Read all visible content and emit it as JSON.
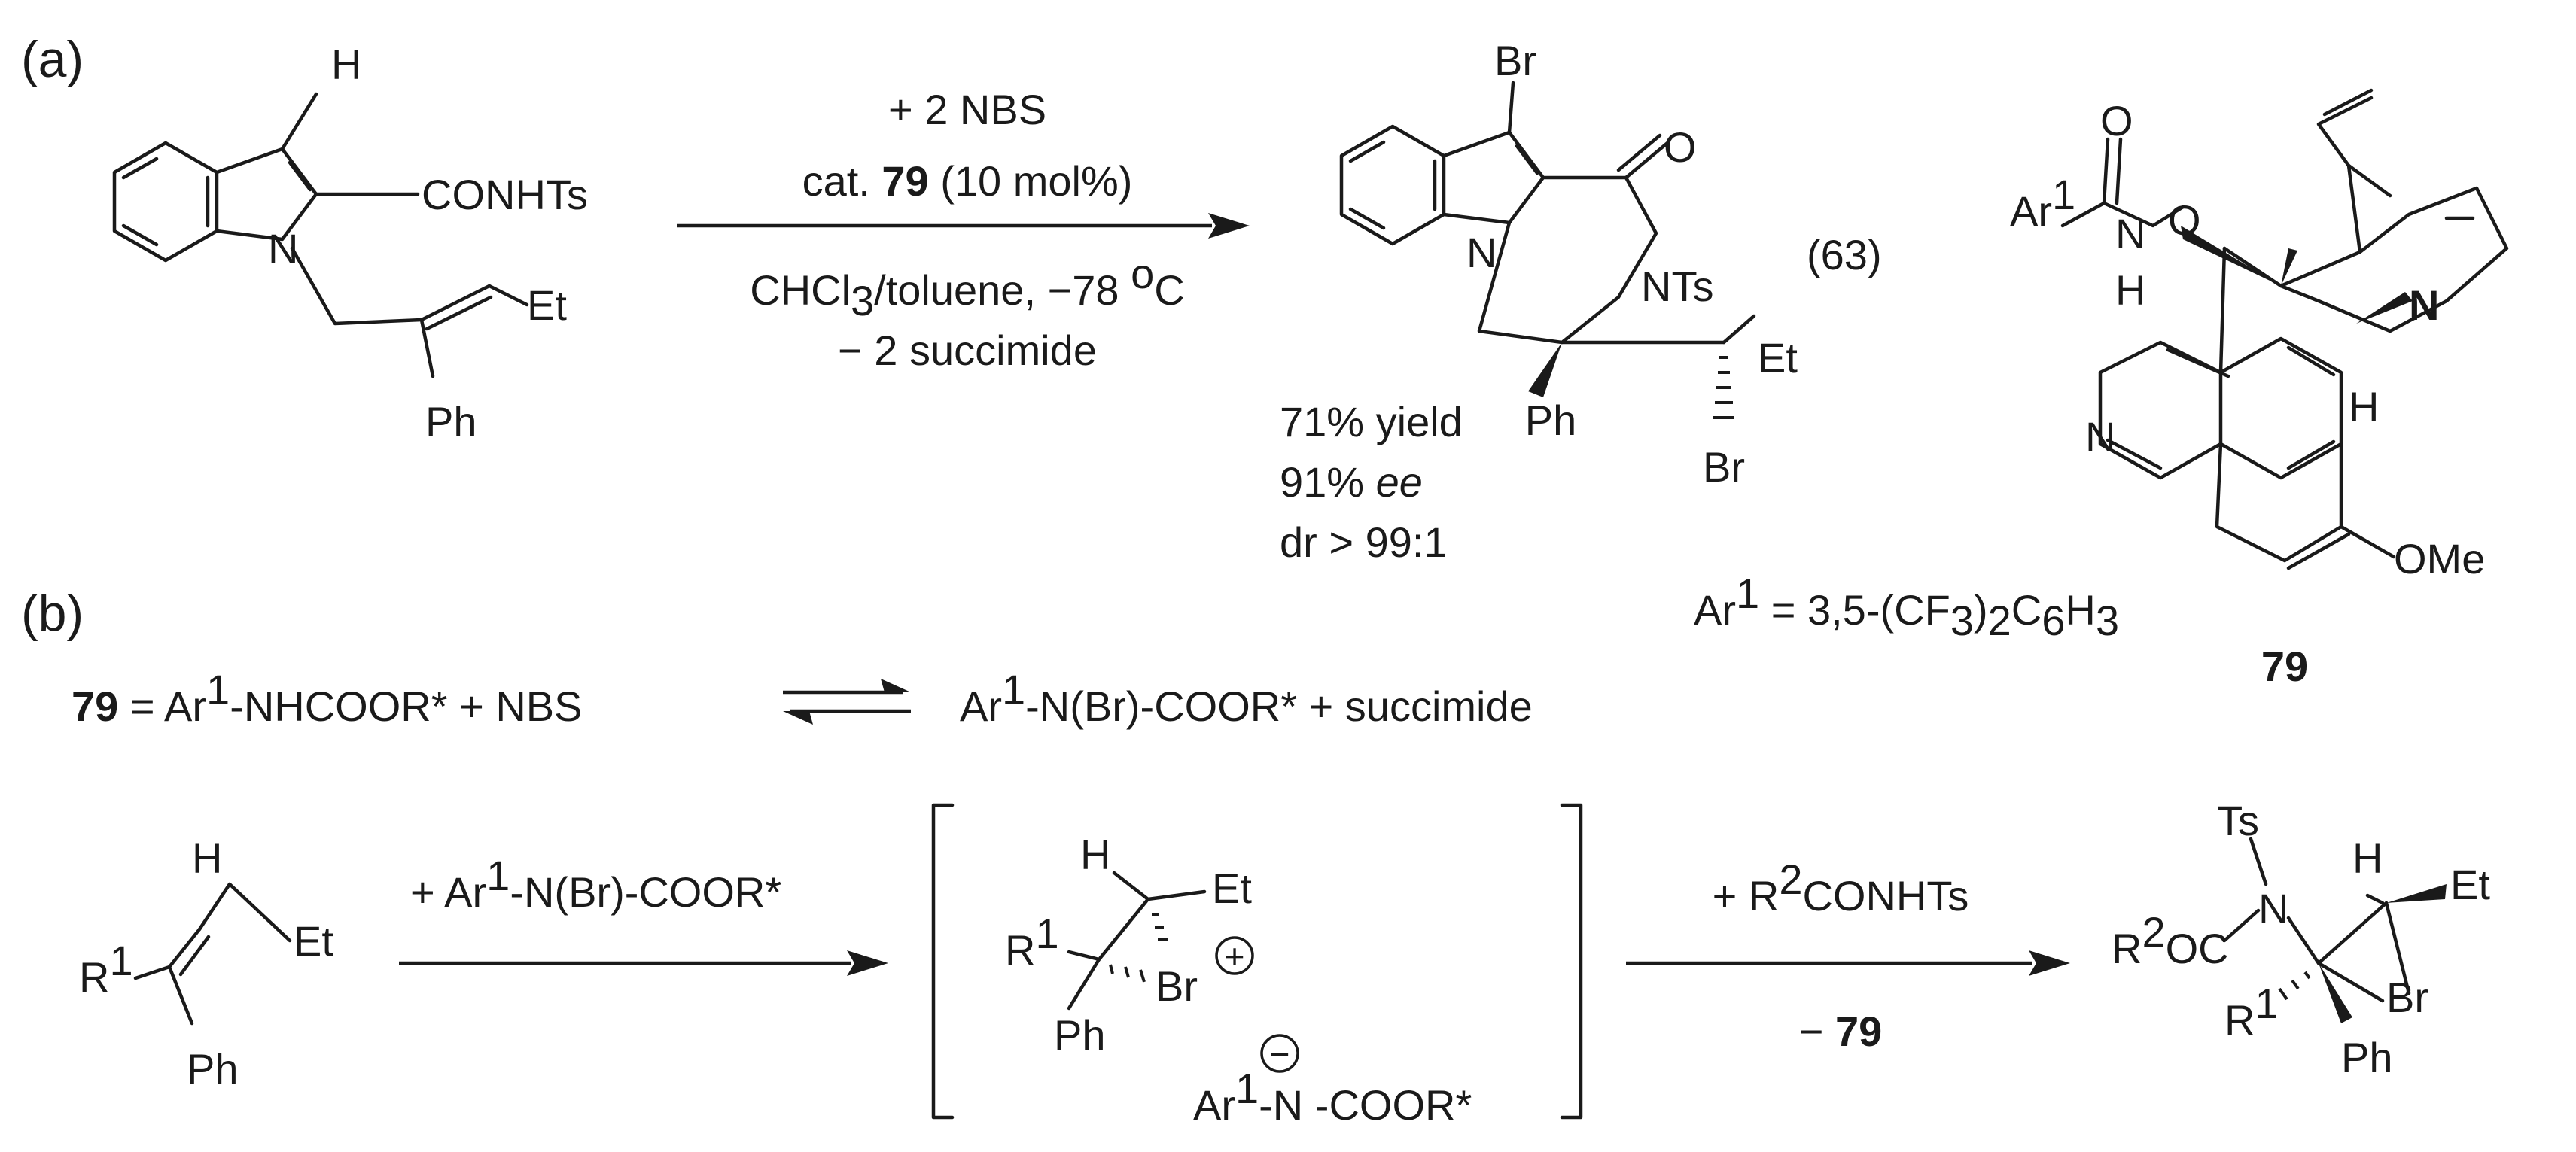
{
  "panels": {
    "a": "(a)",
    "b": "(b)"
  },
  "eq63": {
    "substrate": {
      "atom_H": "H",
      "amide": "CONHTs",
      "atom_N": "N",
      "vinyl": "Et",
      "aryl": "Ph"
    },
    "conditions": {
      "line1": "+ 2 NBS",
      "line2_pre": "cat. ",
      "line2_bold": "79",
      "line2_post": " (10 mol%)",
      "line3_pre": "CHCl",
      "line3_sub": "3",
      "line3_post": "/toluene, −78 ",
      "line3_sup": "o",
      "line3_tail": "C",
      "line4": "− 2 succimide"
    },
    "product": {
      "atom_Br": "Br",
      "atom_O": "O",
      "atom_N": "N",
      "amide": "NTs",
      "ethyl": "Et",
      "aryl": "Ph",
      "alkyl_Br": "Br"
    },
    "eq_number": "(63)",
    "yield": "71% yield",
    "ee_value": "91% ",
    "ee_label": "ee",
    "dr": "dr > 99:1"
  },
  "catalyst": {
    "ar": "Ar",
    "ar_sup": "1",
    "atom_N": "N",
    "atom_H": "H",
    "atom_O1": "O",
    "atom_O2": "O",
    "quin_N": "N",
    "quin_H": "H",
    "isoq_N": "N",
    "ome": "OMe",
    "def_pre": "Ar",
    "def_sup": "1",
    "def_mid": " = 3,5-(CF",
    "def_sub1": "3",
    "def_mid2": ")",
    "def_sub2": "2",
    "def_mid3": "C",
    "def_sub3": "6",
    "def_mid4": "H",
    "def_sub4": "3",
    "label": "79"
  },
  "equilibrium": {
    "left_bold": "79",
    "left_eq": " = Ar",
    "left_sup": "1",
    "left_rest": "-NHCOOR* +  NBS",
    "right_pre": "Ar",
    "right_sup": "1",
    "right_rest": "-N(Br)-COOR* + succimide"
  },
  "mechanism": {
    "alkene": {
      "atom_H": "H",
      "R": "R",
      "R_sup": "1",
      "ethyl": "Et",
      "aryl": "Ph"
    },
    "step1": {
      "pre": "+  Ar",
      "sup": "1",
      "rest": "-N(Br)-COOR*"
    },
    "bromonium": {
      "atom_H": "H",
      "ethyl": "Et",
      "R": "R",
      "R_sup": "1",
      "Br": "Br",
      "plus": "+",
      "aryl": "Ph",
      "minus": "−",
      "anion_pre": "Ar",
      "anion_sup": "1",
      "anion_rest": "-N -COOR*"
    },
    "step2": {
      "pre": "+ R",
      "sup": "2",
      "rest": "CONHTs",
      "below_pre": "− ",
      "below_bold": "79"
    },
    "final": {
      "Ts": "Ts",
      "atom_N": "N",
      "atom_H": "H",
      "ethyl": "Et",
      "acyl_pre": "R",
      "acyl_sup": "2",
      "acyl_rest": "OC",
      "Br": "Br",
      "R": "R",
      "R_sup": "1",
      "aryl": "Ph"
    }
  }
}
